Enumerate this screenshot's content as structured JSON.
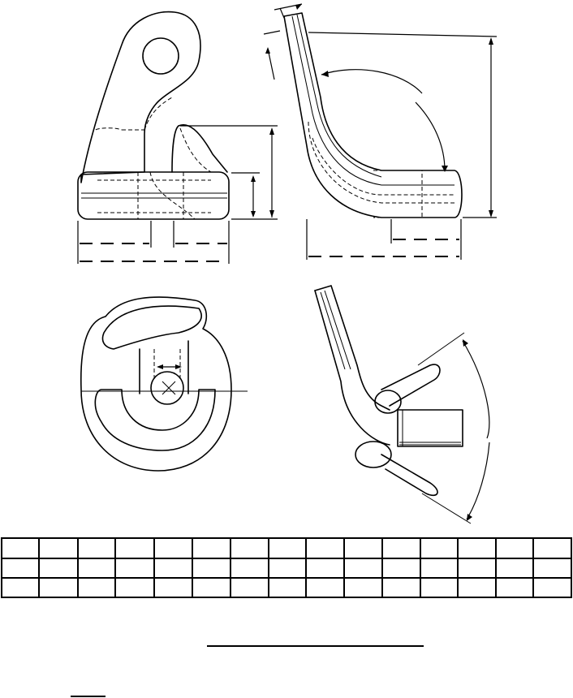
{
  "drawing": {
    "views": [
      "front-view",
      "side-view",
      "top-view",
      "swing-view"
    ],
    "table": {
      "rows": 3,
      "columns": 15,
      "cells_text": []
    },
    "colors": {
      "ink": "#000000",
      "paper": "#ffffff"
    }
  }
}
